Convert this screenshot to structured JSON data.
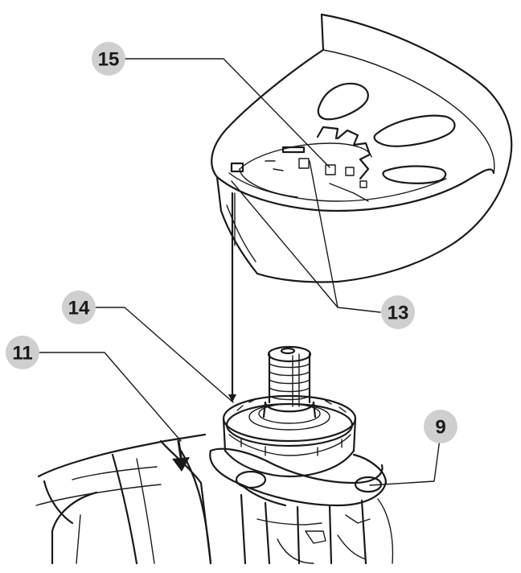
{
  "callouts": [
    {
      "id": "15",
      "label": "15"
    },
    {
      "id": "13",
      "label": "13"
    },
    {
      "id": "14",
      "label": "14"
    },
    {
      "id": "11",
      "label": "11"
    },
    {
      "id": "9",
      "label": "9"
    }
  ]
}
